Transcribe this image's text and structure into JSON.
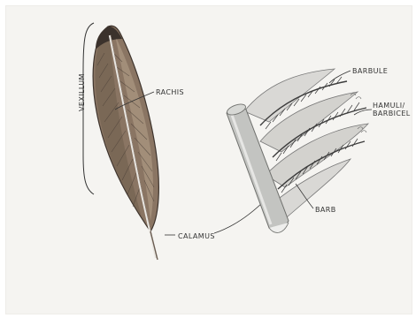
{
  "labels": {
    "vexillum": "VEXILLUM",
    "rachis": "RACHIS",
    "calamus": "CALAMUS",
    "barbule": "BARBULE",
    "hamuli": "HAMULI/ BARBICEL",
    "barb": "BARB"
  },
  "colors": {
    "paper": "#f5f4f1",
    "feather_brown": "#8a7563",
    "feather_dark": "#4a3f37",
    "shaft": "#e9e6e1",
    "cylinder": "#bfc0bd",
    "ink": "#333333"
  }
}
